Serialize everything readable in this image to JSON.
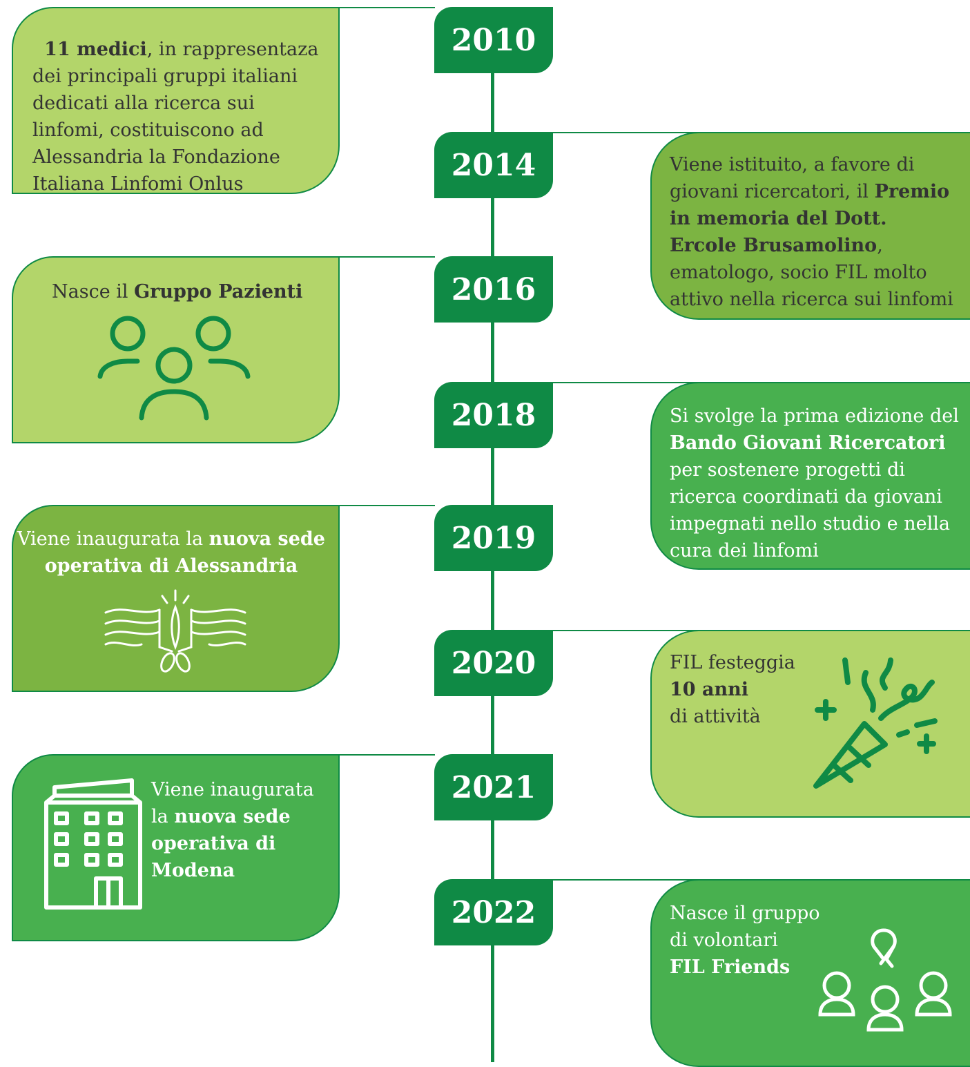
{
  "events": [
    {
      "year": "2010",
      "text_bold": "11 medici",
      "text_rest": ", in rappresentaza dei principali gruppi italiani dedicati alla ricerca sui linfomi, costituiscono ad Alessandria la Fondazione Italiana Linfomi Onlus"
    },
    {
      "year": "2014",
      "text_before": "Viene istituito, a favore di giovani ricercatori, il ",
      "text_bold": "Premio in memoria del Dott. Ercole Brusamolino",
      "text_after": ", ematologo, socio FIL molto attivo nella ricerca sui linfomi"
    },
    {
      "year": "2016",
      "text_before": "Nasce il ",
      "text_bold": "Gruppo Pazienti",
      "icon": "people-group-icon"
    },
    {
      "year": "2018",
      "text_before": "Si svolge la prima edizione del ",
      "text_bold": "Bando Giovani Ricercatori",
      "text_after": " per sostenere progetti di ricerca coordinati da giovani impegnati nello studio e nella cura dei linfomi"
    },
    {
      "year": "2019",
      "text_before": "Viene inaugurata la ",
      "text_bold": "nuova sede operativa di Alessandria",
      "icon": "ribbon-cutting-icon"
    },
    {
      "year": "2020",
      "text_before": "FIL festeggia",
      "text_bold": "10 anni",
      "text_after": "di attività",
      "icon": "party-popper-icon"
    },
    {
      "year": "2021",
      "text_before": "Viene inaugurata la ",
      "text_bold": "nuova sede operativa di Modena",
      "icon": "office-building-icon"
    },
    {
      "year": "2022",
      "text_before": "Nasce il gruppo di volontari",
      "text_bold": "FIL Friends",
      "icon": "volunteers-ribbon-icon"
    }
  ],
  "colors": {
    "dark_green": "#0f8a45",
    "light_green": "#b3d56a",
    "olive_green": "#7cb442",
    "medium_green": "#48b04f"
  }
}
